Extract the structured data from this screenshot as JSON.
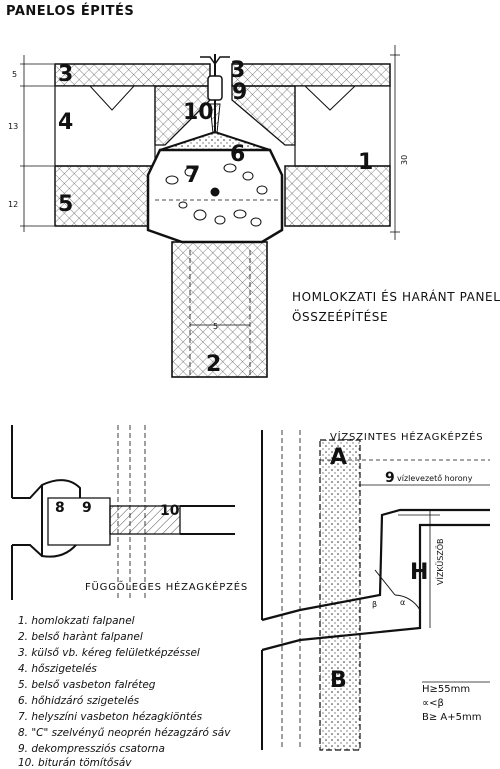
{
  "title": "PANELOS ÉPITÉS",
  "caption": {
    "line1": "HOMLOKZATI ÉS HARÁNT PANEL",
    "line2": "ÖSSZEÉPÍTÉSE"
  },
  "top_labels": {
    "n3a": "3",
    "n3b": "3",
    "n9": "9",
    "n10": "10",
    "n4": "4",
    "n6": "6",
    "n7": "7",
    "n1": "1",
    "n5": "5",
    "n2": "2"
  },
  "dimensions": {
    "d5": "5",
    "d13": "13",
    "d12": "12",
    "d30": "30",
    "d5b": "5"
  },
  "vertical_joint": {
    "caption": "FÜGGŐLEGES HÉZAGKÉPZÉS",
    "n8": "8",
    "n9": "9",
    "n10": "10"
  },
  "horizontal_joint": {
    "caption": "VÍZSZINTES HÉZAGKÉPZÉS",
    "A": "A",
    "B": "B",
    "H": "H",
    "n9": "9",
    "drain_label": "vízlevezető horony",
    "vizkuszob": "VÍZKÜSZÖB",
    "beta": "β",
    "alpha": "α",
    "cond1": "H≥55mm",
    "cond2": "∝<β",
    "cond3": "B≥ A+5mm"
  },
  "legend": [
    "1. homlokzati falpanel",
    "2. belső harànt falpanel",
    "3. külső vb. kéreg felületképzéssel",
    "4. hőszigetelés",
    "5. belső vasbeton falréteg",
    "6. hőhidzáró szigetelés",
    "7. helyszíni vasbeton hézagkiöntés",
    "8. \"C\" szelvényű neoprén hézagzáró sáv",
    "9. dekompressziós csatorna",
    "10. biturán tömítősáv"
  ]
}
